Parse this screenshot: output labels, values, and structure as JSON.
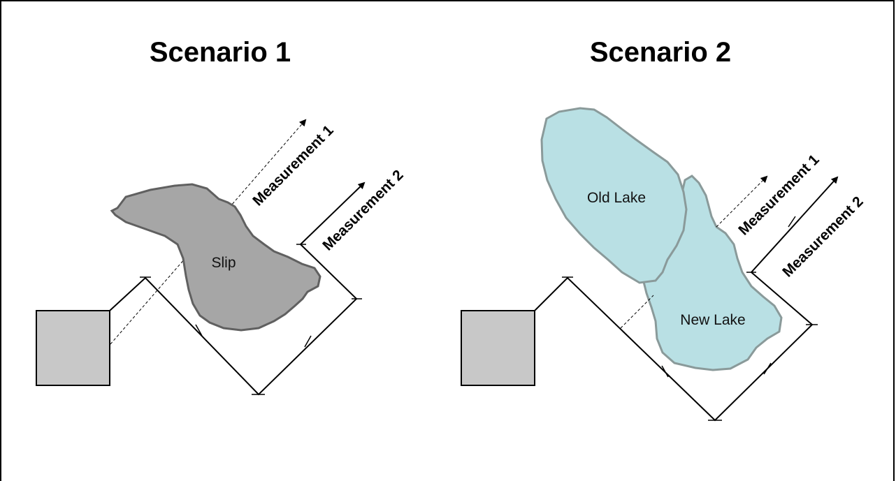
{
  "scenario1": {
    "title": "Scenario 1",
    "slip_label": "Slip",
    "measurement1_label": "Measurement 1",
    "measurement2_label": "Measurement 2"
  },
  "scenario2": {
    "title": "Scenario 2",
    "old_lake_label": "Old Lake",
    "new_lake_label": "New Lake",
    "measurement1_label": "Measurement 1",
    "measurement2_label": "Measurement 2"
  },
  "colors": {
    "box_fill": "#c8c8c8",
    "slip_fill": "#a6a6a6",
    "slip_stroke": "#606060",
    "lake_fill": "#b9e0e4",
    "lake_stroke": "#8a9a9a"
  }
}
